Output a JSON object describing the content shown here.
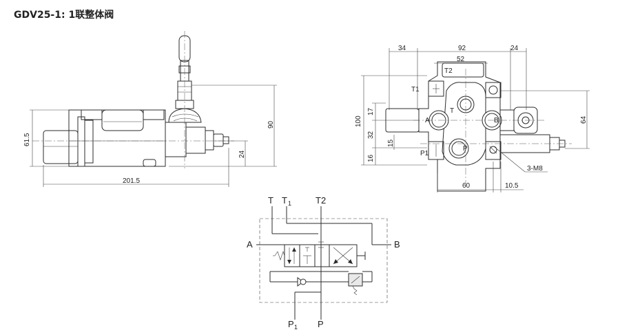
{
  "title": "GDV25-1: 1联整体阀",
  "side_view": {
    "dims": {
      "height_body": "61.5",
      "length": "201.5",
      "handle_height": "90",
      "port_offset": "24"
    }
  },
  "front_view": {
    "dims": {
      "top_left": "34",
      "top_mid": "92",
      "top_right": "24",
      "inner_top": "52",
      "left_height": "100",
      "d17": "17",
      "d32": "32",
      "d15": "15",
      "d16": "16",
      "right_height": "64",
      "bottom_60": "60",
      "bottom_105": "10.5"
    },
    "labels": {
      "t2": "T2",
      "t1": "T1",
      "a": "A",
      "b": "B",
      "t": "T",
      "p": "P",
      "p1": "P1",
      "mount": "3-M8"
    }
  },
  "schematic": {
    "ports": {
      "t": "T",
      "t1": "T",
      "t1_sub": "1",
      "t2": "T2",
      "a": "A",
      "b": "B",
      "p1": "P",
      "p1_sub": "1",
      "p": "P"
    }
  }
}
